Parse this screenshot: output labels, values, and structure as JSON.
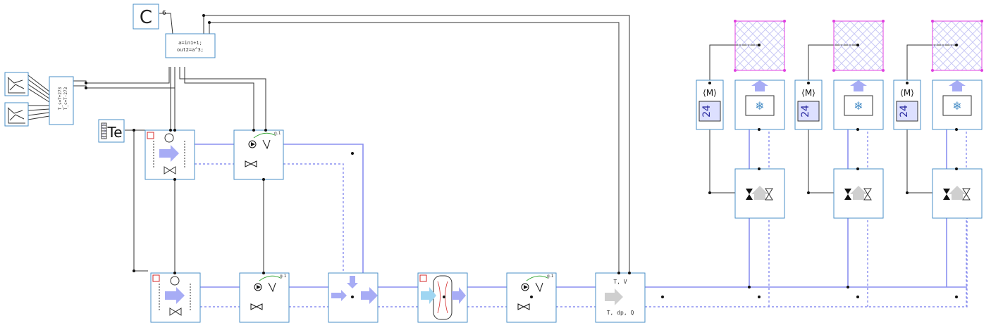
{
  "constant_block": {
    "symbol": "C",
    "output_index": "6"
  },
  "expression_block": {
    "line1": "a=in1+1;",
    "line2": "out2=a^3;"
  },
  "input_block": {
    "line1": "T_s=T+273",
    "line2": "T_c=T-273"
  },
  "ambient_temperature": {
    "label": "Te"
  },
  "pump_gain_labels": [
    "g.1",
    "g.1",
    "g.1"
  ],
  "sensor_block": {
    "top_label": "T, V",
    "bottom_label": "T, dp, Q"
  },
  "setpoint_values": [
    "24",
    "24",
    "24"
  ],
  "room_icon": "snowflake-icon",
  "colors": {
    "block_border": "#4a8fc7",
    "supply_line": "#8a8ff0",
    "return_line": "#8a8ff0",
    "signal_line": "#333333",
    "room_magenta": "#e040e0",
    "arrow_fill": "#a7acf5",
    "alarm_red": "#d42a2a",
    "cold_light": "#9fd6f2"
  }
}
